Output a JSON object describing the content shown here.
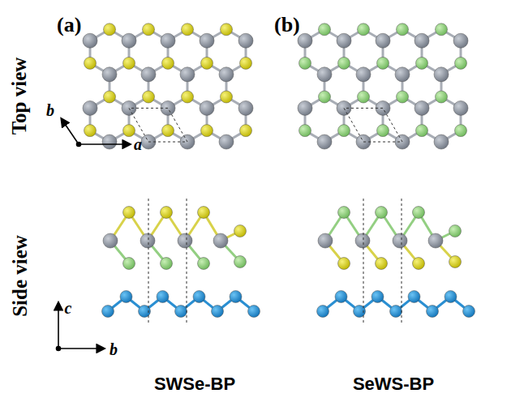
{
  "diagram": {
    "labels": [
      "(a)",
      "(b)",
      "Top view",
      "Side view",
      "a",
      "b",
      "c",
      "b",
      "SWSe-BP",
      "SeWS-BP"
    ]
  }
}
